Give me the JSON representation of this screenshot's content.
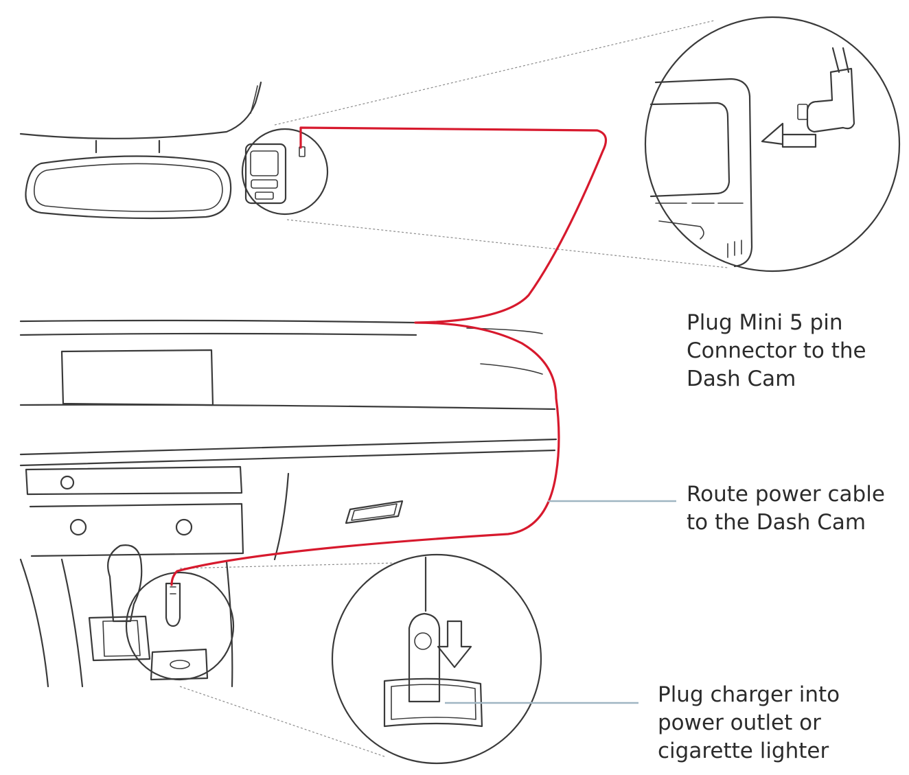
{
  "callouts": {
    "plug_mini_connector": {
      "lines": [
        "Plug Mini 5 pin",
        "Connector to the",
        "Dash Cam"
      ]
    },
    "route_power_cable": {
      "lines": [
        "Route power cable",
        "to the Dash Cam"
      ]
    },
    "plug_charger": {
      "lines": [
        "Plug charger into",
        "power outlet or",
        "cigarette lighter"
      ]
    }
  },
  "colors": {
    "cable": "#d7192d",
    "leader": "#9fb5c2",
    "outline": "#3a3a3a",
    "text": "#2b2b2b"
  }
}
